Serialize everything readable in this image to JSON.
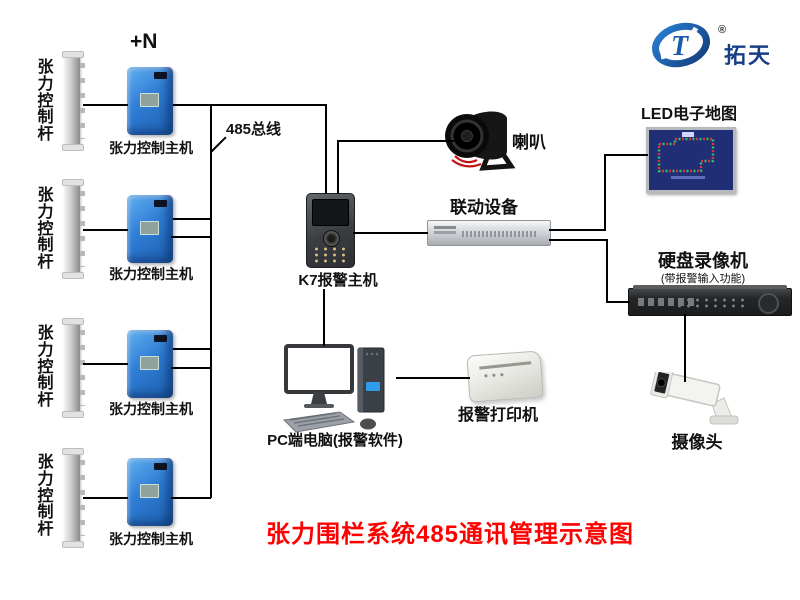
{
  "logo": {
    "reg_mark": "®",
    "brand": "拓天",
    "letter": "T",
    "brand_color": "#173f85",
    "swirl_color": "#1a5dae"
  },
  "diagram": {
    "plus_n": "+N",
    "bus_label": "485总线",
    "units": {
      "pole_label": "张力控制杆",
      "host_label": "张力控制主机"
    },
    "k7_label": "K7报警主机",
    "speaker_label": "喇叭",
    "linkage_label": "联动设备",
    "led_map_label": "LED电子地图",
    "dvr_label": "硬盘录像机",
    "dvr_sublabel": "(带报警输入功能)",
    "camera_label": "摄像头",
    "pc_label": "PC端电脑(报警软件)",
    "printer_label": "报警打印机"
  },
  "title": {
    "text": "张力围栏系统485通讯管理示意图",
    "color": "#ff0000"
  },
  "colors": {
    "host_blue": "#2f7ed6",
    "line_black": "#000000",
    "led_board_blue": "#202e76",
    "led_dot_red": "#e03434",
    "led_dot_green": "#35c06a"
  }
}
